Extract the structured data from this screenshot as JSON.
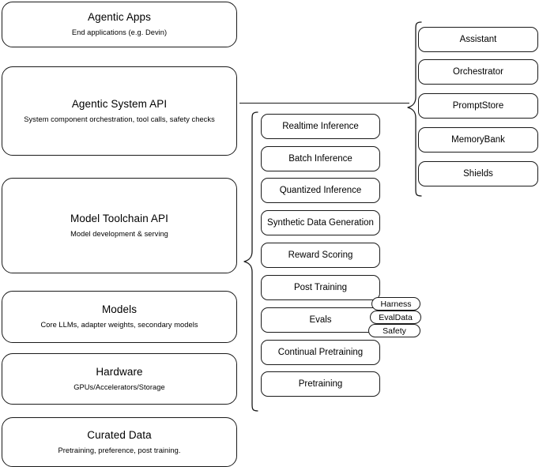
{
  "diagram": {
    "title": "AI stack layered architecture diagram",
    "stroke_color": "#1a1a1a",
    "background_color": "#ffffff",
    "layers": [
      {
        "id": "agentic-apps",
        "title": "Agentic Apps",
        "subtitle": "End applications (e.g. Devin)"
      },
      {
        "id": "agentic-system-api",
        "title": "Agentic System API",
        "subtitle": "System component orchestration, tool calls, safety checks"
      },
      {
        "id": "model-toolchain-api",
        "title": "Model Toolchain API",
        "subtitle": "Model development & serving"
      },
      {
        "id": "models",
        "title": "Models",
        "subtitle": "Core LLMs, adapter weights, secondary models"
      },
      {
        "id": "hardware",
        "title": "Hardware",
        "subtitle": "GPUs/Accelerators/Storage"
      },
      {
        "id": "curated-data",
        "title": "Curated Data",
        "subtitle": "Pretraining, preference, post training."
      }
    ],
    "toolchain_components": [
      {
        "id": "realtime-inference",
        "label": "Realtime Inference"
      },
      {
        "id": "batch-inference",
        "label": "Batch Inference"
      },
      {
        "id": "quantized-inference",
        "label": "Quantized Inference"
      },
      {
        "id": "synthetic-data-generation",
        "label": "Synthetic Data Generation"
      },
      {
        "id": "reward-scoring",
        "label": "Reward Scoring"
      },
      {
        "id": "post-training",
        "label": "Post Training"
      },
      {
        "id": "evals",
        "label": "Evals"
      },
      {
        "id": "continual-pretraining",
        "label": "Continual Pretraining"
      },
      {
        "id": "pretraining",
        "label": "Pretraining"
      }
    ],
    "evals_tags": [
      {
        "id": "harness",
        "label": "Harness"
      },
      {
        "id": "evaldata",
        "label": "EvalData"
      },
      {
        "id": "safety",
        "label": "Safety"
      }
    ],
    "agentic_system_components": [
      {
        "id": "assistant",
        "label": "Assistant"
      },
      {
        "id": "orchestrator",
        "label": "Orchestrator"
      },
      {
        "id": "promptstore",
        "label": "PromptStore"
      },
      {
        "id": "memorybank",
        "label": "MemoryBank"
      },
      {
        "id": "shields",
        "label": "Shields"
      }
    ]
  }
}
